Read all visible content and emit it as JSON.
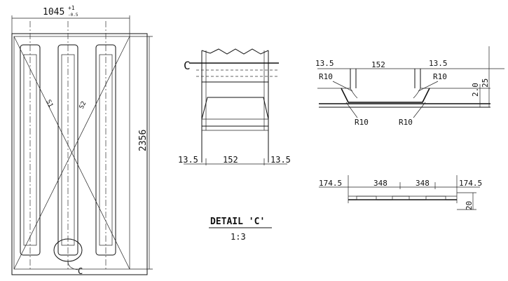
{
  "main_view": {
    "width_label": "1045",
    "width_tol_plus": "+1",
    "width_tol_minus": "-0.5",
    "height_label": "2356",
    "diag_label_1": "S1",
    "diag_label_2": "S2",
    "detail_callout": "C"
  },
  "detail_view": {
    "callout_letter": "C",
    "dim_left": "13.5",
    "dim_mid": "152",
    "dim_right": "13.5",
    "title": "DETAIL  'C'",
    "scale": "1:3"
  },
  "section_view": {
    "dim_left": "13.5",
    "dim_mid": "152",
    "dim_right": "13.5",
    "radius_tl": "R10",
    "radius_tr": "R10",
    "radius_bl": "R10",
    "radius_br": "R10",
    "depth_small": "2.0",
    "depth_total": "25"
  },
  "profile_view": {
    "dim_1": "174.5",
    "dim_2": "348",
    "dim_3": "348",
    "dim_4": "174.5",
    "height": "20"
  }
}
